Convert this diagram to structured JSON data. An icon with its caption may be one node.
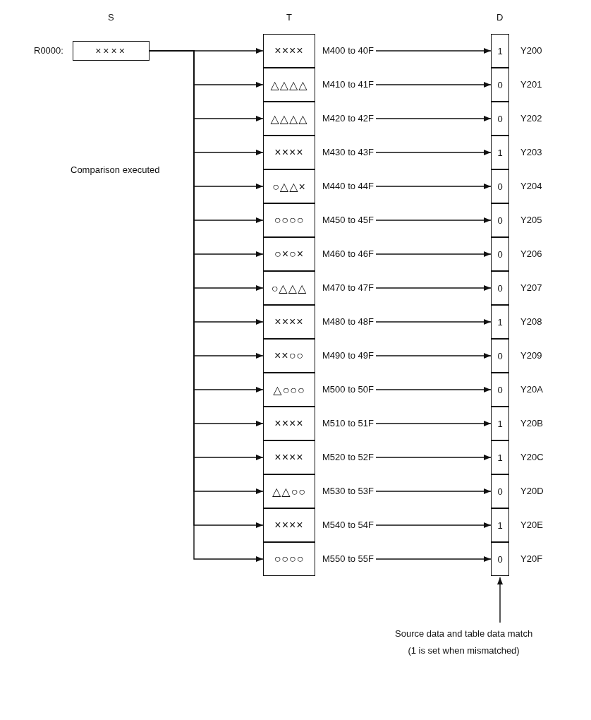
{
  "diagram": {
    "nodes": [
      {
        "text": [
          "××××"
        ],
        "beside": [
          "R0000:"
        ]
      },
      {
        "text": [
          "××××"
        ]
      },
      {
        "text": [
          "M400 to 40F"
        ]
      },
      {
        "text": [
          "1"
        ],
        "beside": [
          "Y200"
        ]
      },
      {
        "text": [
          "△△△△"
        ]
      },
      {
        "text": [
          "M410 to 41F"
        ]
      },
      {
        "text": [
          "0"
        ],
        "beside": [
          "Y201"
        ]
      },
      {
        "text": [
          "△△△△"
        ]
      },
      {
        "text": [
          "M420 to 42F"
        ]
      },
      {
        "text": [
          "0"
        ],
        "beside": [
          "Y202"
        ]
      },
      {
        "text": [
          "××××"
        ]
      },
      {
        "text": [
          "M430 to 43F"
        ]
      },
      {
        "text": [
          "1"
        ],
        "beside": [
          "Y203"
        ]
      },
      {
        "text": [
          "○△△×"
        ]
      },
      {
        "text": [
          "M440 to 44F"
        ]
      },
      {
        "text": [
          "0"
        ],
        "beside": [
          "Y204"
        ]
      },
      {
        "text": [
          "○○○○"
        ]
      },
      {
        "text": [
          "M450 to 45F"
        ]
      },
      {
        "text": [
          "0"
        ],
        "beside": [
          "Y205"
        ]
      },
      {
        "text": [
          "○×○×"
        ]
      },
      {
        "text": [
          "M460 to 46F"
        ]
      },
      {
        "text": [
          "0"
        ],
        "beside": [
          "Y206"
        ]
      },
      {
        "text": [
          "○△△△"
        ]
      },
      {
        "text": [
          "M470 to 47F"
        ]
      },
      {
        "text": [
          "0"
        ],
        "beside": [
          "Y207"
        ]
      },
      {
        "text": [
          "××××"
        ]
      },
      {
        "text": [
          "M480 to 48F"
        ]
      },
      {
        "text": [
          "1"
        ],
        "beside": [
          "Y208"
        ]
      },
      {
        "text": [
          "××○○"
        ]
      },
      {
        "text": [
          "M490 to 49F"
        ]
      },
      {
        "text": [
          "0"
        ],
        "beside": [
          "Y209"
        ]
      },
      {
        "text": [
          "△○○○"
        ]
      },
      {
        "text": [
          "M500 to 50F"
        ]
      },
      {
        "text": [
          "0"
        ],
        "beside": [
          "Y20A"
        ]
      },
      {
        "text": [
          "××××"
        ]
      },
      {
        "text": [
          "M510 to 51F"
        ]
      },
      {
        "text": [
          "1"
        ],
        "beside": [
          "Y20B"
        ]
      },
      {
        "text": [
          "××××"
        ]
      },
      {
        "text": [
          "M520 to 52F"
        ]
      },
      {
        "text": [
          "1"
        ],
        "beside": [
          "Y20C"
        ]
      },
      {
        "text": [
          "△△○○"
        ]
      },
      {
        "text": [
          "M530 to 53F"
        ]
      },
      {
        "text": [
          "0"
        ],
        "beside": [
          "Y20D"
        ]
      },
      {
        "text": [
          "××××"
        ]
      },
      {
        "text": [
          "M540 to 54F"
        ]
      },
      {
        "text": [
          "1"
        ],
        "beside": [
          "Y20E"
        ]
      },
      {
        "text": [
          "○○○○"
        ]
      },
      {
        "text": [
          "M550 to 55F"
        ]
      },
      {
        "text": [
          "0"
        ],
        "beside": [
          "Y20F"
        ]
      },
      {
        "text": [
          "Source data and table data match",
          "(1 is set when mismatched)"
        ]
      }
    ],
    "edges": [
      {
        "from": 0,
        "to": 1,
        "arrow": "to"
      },
      {
        "from": 0,
        "to": 4,
        "arrow": "to"
      },
      {
        "from": 0,
        "to": 7,
        "arrow": "to"
      },
      {
        "from": 0,
        "to": 10,
        "arrow": "to"
      },
      {
        "from": 0,
        "to": 13,
        "arrow": "to"
      },
      {
        "from": 0,
        "to": 16,
        "arrow": "to"
      },
      {
        "from": 0,
        "to": 19,
        "arrow": "to"
      },
      {
        "from": 0,
        "to": 22,
        "arrow": "to"
      },
      {
        "from": 0,
        "to": 25,
        "arrow": "to"
      },
      {
        "from": 0,
        "to": 28,
        "arrow": "to"
      },
      {
        "from": 0,
        "to": 31,
        "arrow": "to"
      },
      {
        "from": 0,
        "to": 34,
        "arrow": "to"
      },
      {
        "from": 0,
        "to": 37,
        "arrow": "to"
      },
      {
        "from": 0,
        "to": 40,
        "arrow": "to"
      },
      {
        "from": 0,
        "to": 43,
        "arrow": "to"
      },
      {
        "from": 0,
        "to": 46,
        "arrow": "to"
      },
      {
        "from": 2,
        "to": 3,
        "arrow": "to"
      },
      {
        "from": 5,
        "to": 6,
        "arrow": "to"
      },
      {
        "from": 8,
        "to": 9,
        "arrow": "to"
      },
      {
        "from": 11,
        "to": 12,
        "arrow": "to"
      },
      {
        "from": 14,
        "to": 15,
        "arrow": "to"
      },
      {
        "from": 17,
        "to": 18,
        "arrow": "to"
      },
      {
        "from": 20,
        "to": 21,
        "arrow": "to"
      },
      {
        "from": 23,
        "to": 24,
        "arrow": "to"
      },
      {
        "from": 26,
        "to": 27,
        "arrow": "to"
      },
      {
        "from": 29,
        "to": 30,
        "arrow": "to"
      },
      {
        "from": 32,
        "to": 33,
        "arrow": "to"
      },
      {
        "from": 35,
        "to": 36,
        "arrow": "to"
      },
      {
        "from": 38,
        "to": 39,
        "arrow": "to"
      },
      {
        "from": 41,
        "to": 42,
        "arrow": "to"
      },
      {
        "from": 44,
        "to": 45,
        "arrow": "to"
      },
      {
        "from": 47,
        "to": 48,
        "arrow": "to"
      },
      {
        "from": 49,
        "to": 48,
        "arrow": "to"
      }
    ],
    "labels": [
      "S",
      "T",
      "D",
      "Comparison executed"
    ]
  }
}
